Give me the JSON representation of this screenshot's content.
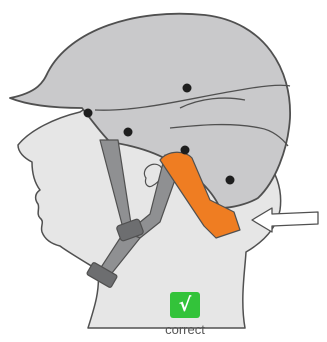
{
  "badge": {
    "symbol": "√",
    "color": "#33c33a"
  },
  "caption": "correct",
  "colors": {
    "helmet": "#c9c9cb",
    "helmet_outline": "#505050",
    "head": "#e6e6e6",
    "strap": "#8f9092",
    "buckle_pad": "#ef7d22",
    "rivet": "#1e1e1e"
  },
  "icons": [
    "helmet",
    "head-profile",
    "chin-strap",
    "buckle",
    "pointer-arrow",
    "checkmark-icon"
  ]
}
